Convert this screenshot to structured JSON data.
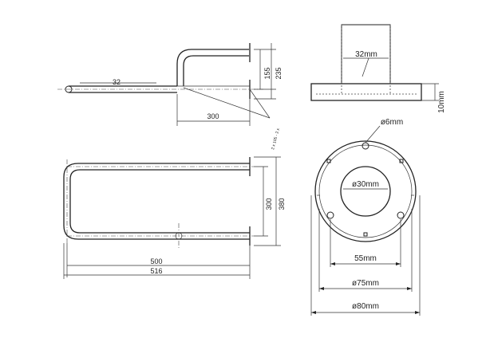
{
  "top_view": {
    "dim_diameter": "32",
    "dim_length": "300",
    "dim_height_inner": "155",
    "dim_height_outer": "235",
    "dim_angle_note": "2 x 105 - 2 x"
  },
  "front_view": {
    "dim_inner_width": "500",
    "dim_outer_width": "516",
    "dim_inner_height": "300",
    "dim_outer_height": "380"
  },
  "flange_side_view": {
    "dim_tube": "32mm",
    "dim_thickness": "10mm"
  },
  "flange_plan_view": {
    "dim_hole": "ø6mm",
    "dim_center": "ø30mm",
    "dim_hole_spacing": "55mm",
    "dim_pitch_circle": "ø75mm",
    "dim_outer": "ø80mm"
  }
}
